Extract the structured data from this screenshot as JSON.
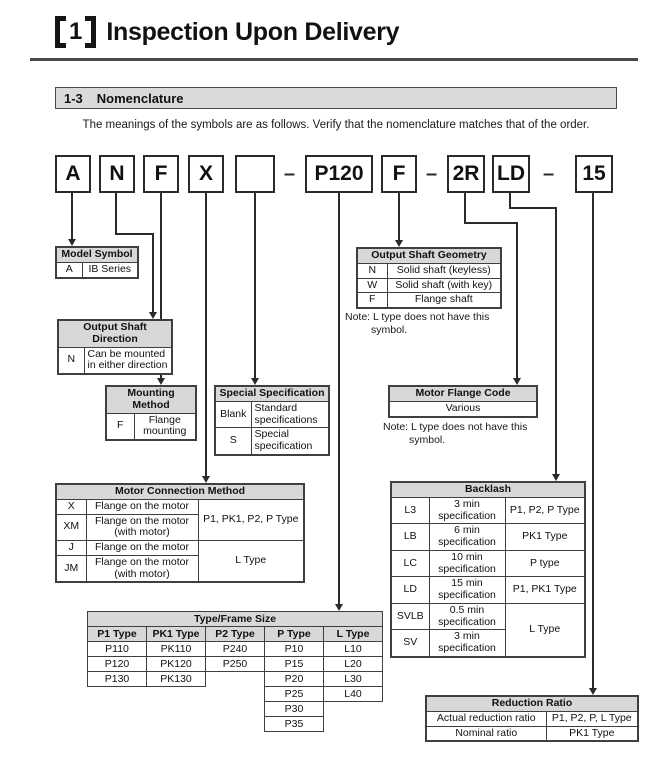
{
  "header": {
    "title_number": "1",
    "title_text": "Inspection Upon Delivery",
    "section_number": "1-3",
    "section_label": "Nomenclature",
    "intro": "The meanings of the symbols are as follows. Verify that the nomenclature matches that of the order."
  },
  "model_code": {
    "boxes": [
      "A",
      "N",
      "F",
      "X",
      "",
      "P120",
      "F",
      "2R",
      "LD",
      "15"
    ],
    "separator": "–"
  },
  "tables": {
    "model_symbol": {
      "title": "Model Symbol",
      "rows": [
        {
          "code": "A",
          "desc": "IB Series"
        }
      ]
    },
    "output_shaft_direction": {
      "title": "Output Shaft Direction",
      "rows": [
        {
          "code": "N",
          "desc": "Can be mounted in either direction"
        }
      ]
    },
    "mounting_method": {
      "title": "Mounting Method",
      "rows": [
        {
          "code": "F",
          "desc": "Flange mounting"
        }
      ]
    },
    "special_specification": {
      "title": "Special Specification",
      "rows": [
        {
          "code": "Blank",
          "desc": "Standard specifications"
        },
        {
          "code": "S",
          "desc": "Special specification"
        }
      ]
    },
    "motor_connection_method": {
      "title": "Motor Connection Method",
      "rows": [
        {
          "code": "X",
          "desc": "Flange on the motor"
        },
        {
          "code": "XM",
          "desc": "Flange on the motor (with motor)"
        },
        {
          "code": "J",
          "desc": "Flange on the motor"
        },
        {
          "code": "JM",
          "desc": "Flange on the motor (with motor)"
        }
      ],
      "types": [
        "P1, PK1, P2, P Type",
        "L Type"
      ]
    },
    "output_shaft_geometry": {
      "title": "Output Shaft Geometry",
      "rows": [
        {
          "code": "N",
          "desc": "Solid shaft (keyless)"
        },
        {
          "code": "W",
          "desc": "Solid shaft (with key)"
        },
        {
          "code": "F",
          "desc": "Flange shaft"
        }
      ],
      "note": "Note: L type does not have this symbol."
    },
    "motor_flange_code": {
      "title": "Motor Flange Code",
      "value": "Various",
      "note": "Note: L type does not have this symbol."
    },
    "backlash": {
      "title": "Backlash",
      "rows": [
        {
          "code": "L3",
          "spec": "3 min specification",
          "type": "P1, P2, P Type"
        },
        {
          "code": "LB",
          "spec": "6 min specification",
          "type": "PK1 Type"
        },
        {
          "code": "LC",
          "spec": "10 min specification",
          "type": "P type"
        },
        {
          "code": "LD",
          "spec": "15 min specification",
          "type": "P1, PK1 Type"
        },
        {
          "code": "SVLB",
          "spec": "0.5 min specification",
          "type": "L Type"
        },
        {
          "code": "SV",
          "spec": "3 min specification"
        }
      ]
    },
    "type_frame_size": {
      "title": "Type/Frame Size",
      "columns": [
        "P1 Type",
        "PK1 Type",
        "P2 Type",
        "P Type",
        "L Type"
      ],
      "col_values": [
        [
          "P110",
          "P120",
          "P130"
        ],
        [
          "PK110",
          "PK120",
          "PK130"
        ],
        [
          "P240",
          "P250"
        ],
        [
          "P10",
          "P15",
          "P20",
          "P25",
          "P30",
          "P35"
        ],
        [
          "L10",
          "L20",
          "L30",
          "L40"
        ]
      ]
    },
    "reduction_ratio": {
      "title": "Reduction Ratio",
      "rows": [
        {
          "ratio": "Actual reduction ratio",
          "type": "P1, P2, P, L Type"
        },
        {
          "ratio": "Nominal ratio",
          "type": "PK1 Type"
        }
      ]
    }
  }
}
